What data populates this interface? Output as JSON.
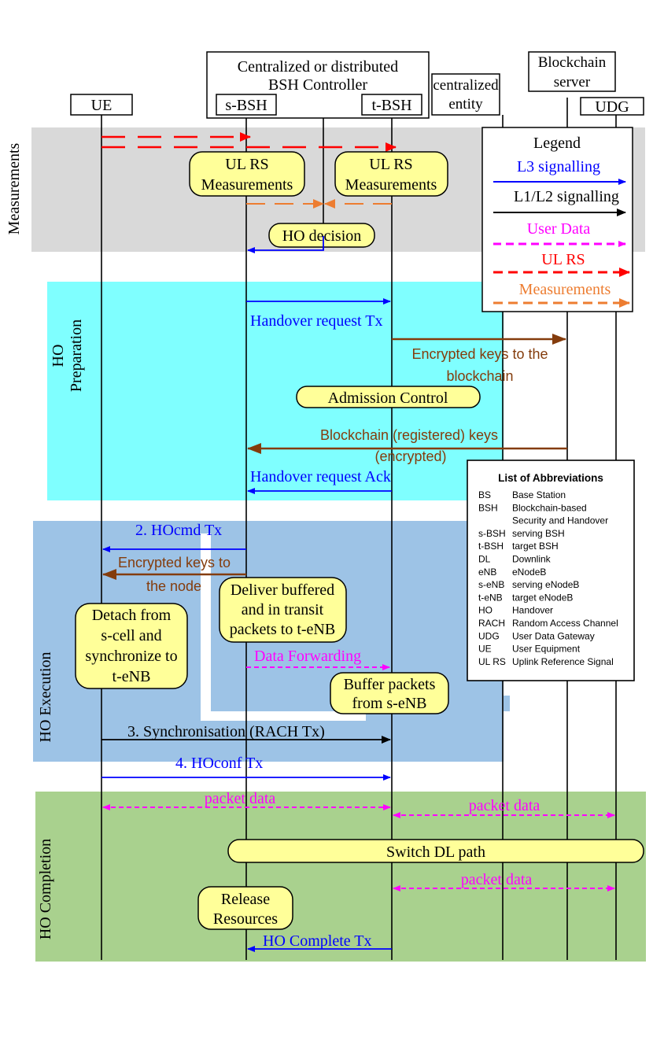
{
  "entities": {
    "ue": "UE",
    "controller_line1": "Centralized or distributed",
    "controller_line2": "BSH Controller",
    "sbsh": "s-BSH",
    "tbsh": "t-BSH",
    "central_line1": "centralized",
    "central_line2": "entity",
    "blockchain_line1": "Blockchain",
    "blockchain_line2": "server",
    "udg": "UDG"
  },
  "phases": {
    "measurements": "Measurements",
    "prep_line1": "HO",
    "prep_line2": "Preparation",
    "execution": "HO Execution",
    "completion": "HO Completion"
  },
  "boxes": {
    "ul_rs_s_1": "UL RS",
    "ul_rs_s_2": "Measurements",
    "ul_rs_t_1": "UL RS",
    "ul_rs_t_2": "Measurements",
    "ho_decision": "HO decision",
    "admission": "Admission Control",
    "deliver_1": "Deliver buffered",
    "deliver_2": "and in transit",
    "deliver_3": "packets to t-eNB",
    "detach_1": "Detach from",
    "detach_2": "s-cell and",
    "detach_3": "synchronize to",
    "detach_4": "t-eNB",
    "buffer_1": "Buffer packets",
    "buffer_2": "from s-eNB",
    "switch_dl": "Switch DL path",
    "release_1": "Release",
    "release_2": "Resources"
  },
  "messages": {
    "ho_request_tx": "Handover request Tx",
    "enc_keys_bc_1": "Encrypted keys to the",
    "enc_keys_bc_2": "blockchain",
    "bc_keys_1": "Blockchain (registered) keys",
    "bc_keys_2": "(encrypted)",
    "ho_request_ack": "Handover request Ack",
    "hocmd": "2. HOcmd Tx",
    "enc_keys_node_1": "Encrypted keys to",
    "enc_keys_node_2": "the node",
    "data_forwarding": "Data Forwarding",
    "sync": "3. Synchronisation (RACH Tx)",
    "hoconf": "4. HOconf Tx",
    "packet_data_1": "packet data",
    "packet_data_2": "packet data",
    "packet_data_3": "packet data",
    "ho_complete": "HO Complete Tx"
  },
  "legend": {
    "title": "Legend",
    "l3": "L3 signalling",
    "l12": "L1/L2 signalling",
    "user_data": "User Data",
    "ul_rs": "UL RS",
    "measurements": "Measurements"
  },
  "abbreviations": {
    "title": "List of Abbreviations",
    "items": [
      {
        "abbr": "BS",
        "full": "Base Station"
      },
      {
        "abbr": "BSH",
        "full": "Blockchain-based"
      },
      {
        "abbr": "",
        "full": "Security and Handover"
      },
      {
        "abbr": "s-BSH",
        "full": "serving BSH"
      },
      {
        "abbr": "t-BSH",
        "full": "target BSH"
      },
      {
        "abbr": "DL",
        "full": "Downlink"
      },
      {
        "abbr": "eNB",
        "full": "eNodeB"
      },
      {
        "abbr": "s-eNB",
        "full": "serving eNodeB"
      },
      {
        "abbr": "t-eNB",
        "full": "target eNodeB"
      },
      {
        "abbr": "HO",
        "full": "Handover"
      },
      {
        "abbr": "RACH",
        "full": "Random Access Channel"
      },
      {
        "abbr": "UDG",
        "full": "User Data Gateway"
      },
      {
        "abbr": "UE",
        "full": "User Equipment"
      },
      {
        "abbr": "UL RS",
        "full": "Uplink Reference Signal"
      }
    ]
  },
  "colors": {
    "measurements_band": "#d9d9d9",
    "preparation_band": "#7fffff",
    "execution_band": "#9dc3e6",
    "completion_band": "#a9d18e",
    "box_fill": "#ffff99",
    "l3": "#0000ff",
    "l12": "#000000",
    "user_data": "#ff00ff",
    "ul_rs": "#ff0000",
    "measurements": "#ed7d31",
    "keys": "#843c0c"
  }
}
